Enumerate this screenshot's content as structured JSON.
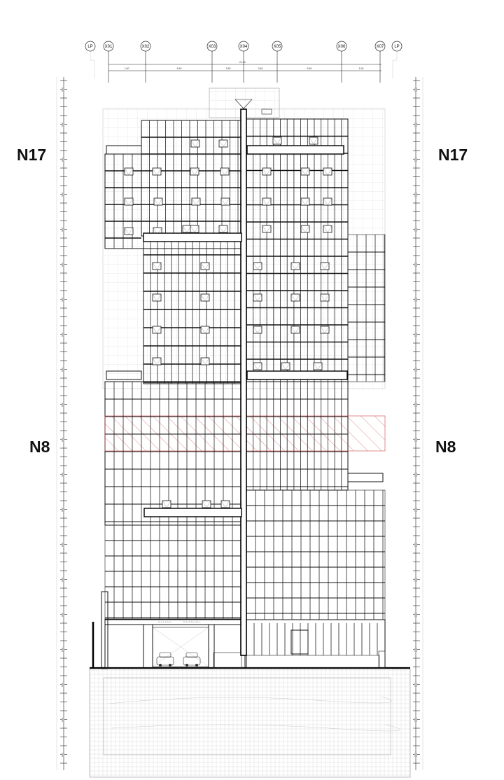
{
  "levels": {
    "upper": "N17",
    "middle": "N8"
  },
  "grid_axes": [
    "LP",
    "X01",
    "X02",
    "X03",
    "X04",
    "X05",
    "X06",
    "X07",
    "LP"
  ],
  "top_dimensions": [
    "1.60",
    "5.60",
    "3.60",
    "3.60",
    "5.60",
    "1.60"
  ],
  "top_overall": "21.20",
  "entrance_labels": {
    "exit": "SALIDA",
    "entry": "ENTRADA"
  },
  "colors": {
    "line": "#111111",
    "hatch_red": "#d04040",
    "light_grid": "#cccccc",
    "ground": "#f3f3f3"
  }
}
